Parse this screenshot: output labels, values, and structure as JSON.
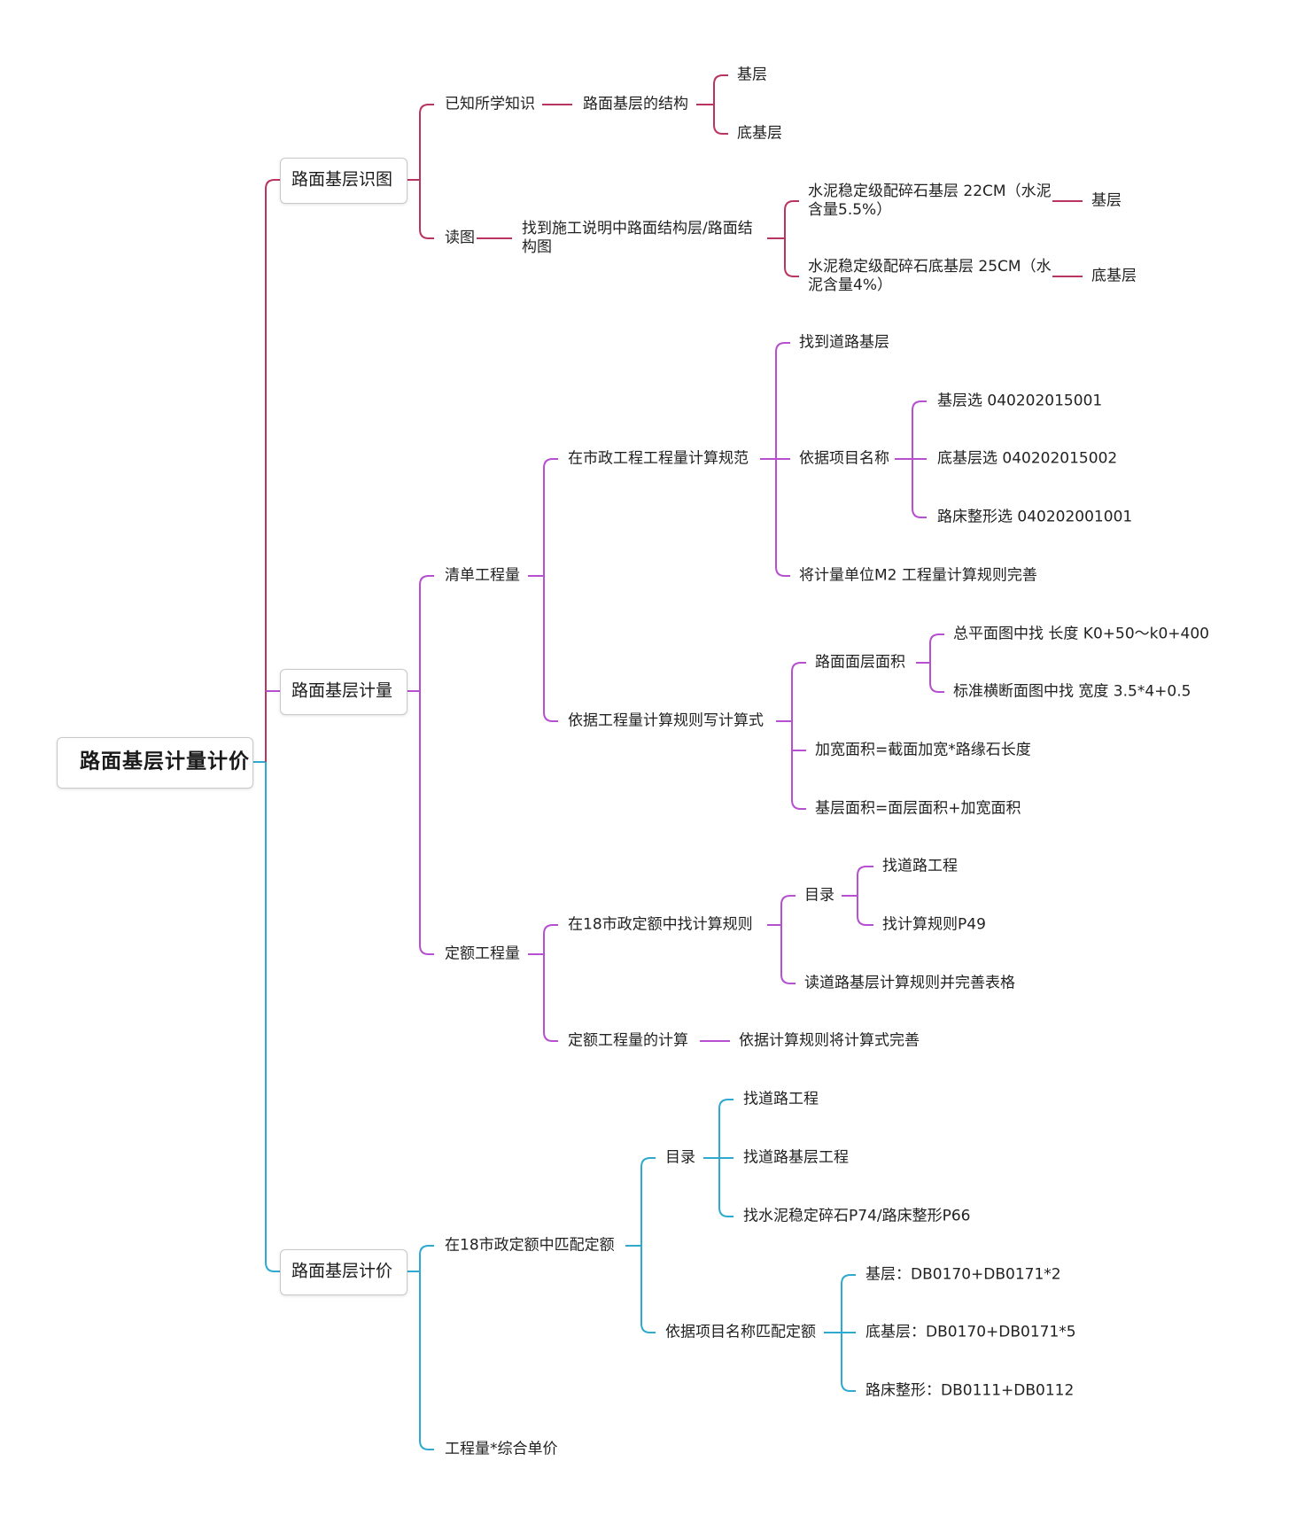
{
  "root": {
    "text": "路面基层计量计价"
  },
  "colors": {
    "recognition": "#b83560",
    "measurement": "#b64fd0",
    "pricing": "#2fa9cf"
  },
  "b1": {
    "label": "路面基层识图",
    "known": "已知所学知识",
    "structure": "路面基层的结构",
    "base": "基层",
    "subbase": "底基层",
    "read": "读图",
    "find_desc": "找到施工说明中路面结构层/路面结构图",
    "cement_base": "水泥稳定级配碎石基层 22CM（水泥含量5.5%）",
    "cement_base_target": "基层",
    "cement_subbase": "水泥稳定级配碎石底基层 25CM（水泥含量4%）",
    "cement_subbase_target": "底基层"
  },
  "b2": {
    "label": "路面基层计量",
    "bill": "清单工程量",
    "spec": "在市政工程工程量计算规范",
    "find_road_base": "找到道路基层",
    "by_name": "依据项目名称",
    "code_base": "基层选 040202015001",
    "code_subbase": "底基层选 040202015002",
    "code_subgrade": "路床整形选 040202001001",
    "unit_rule": "将计量单位M2 工程量计算规则完善",
    "formula": "依据工程量计算规则写计算式",
    "surface_area": "路面面层面积",
    "length": "总平面图中找 长度 K0+50～k0+400",
    "width": "标准横断面图中找 宽度 3.5*4+0.5",
    "widen_area": "加宽面积=截面加宽*路缘石长度",
    "base_area": "基层面积=面层面积+加宽面积",
    "quota": "定额工程量",
    "quota_rule": "在18市政定额中找计算规则",
    "catalog": "目录",
    "find_road": "找道路工程",
    "find_page": "找计算规则P49",
    "read_rule": "读道路基层计算规则并完善表格",
    "quota_calc": "定额工程量的计算",
    "complete": "依据计算规则将计算式完善"
  },
  "b3": {
    "label": "路面基层计价",
    "match": "在18市政定额中匹配定额",
    "catalog": "目录",
    "find_road": "找道路工程",
    "find_road_base": "找道路基层工程",
    "find_pages": "找水泥稳定碎石P74/路床整形P66",
    "by_name": "依据项目名称匹配定额",
    "q_base": "基层：DB0170+DB0171*2",
    "q_subbase": "底基层：DB0170+DB0171*5",
    "q_subgrade": "路床整形：DB0111+DB0112",
    "total": "工程量*综合单价"
  }
}
